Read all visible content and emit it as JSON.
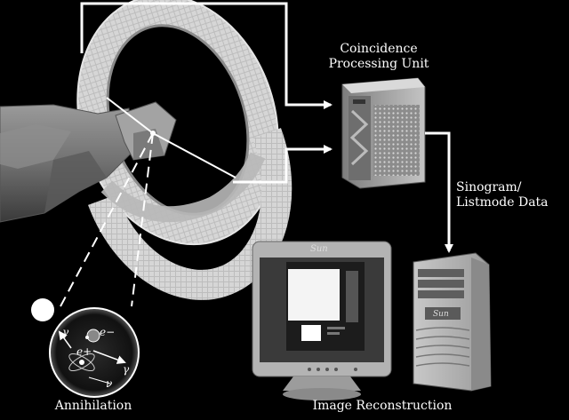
{
  "labels": {
    "coincidence_line1": "Coincidence",
    "coincidence_line2": "Processing Unit",
    "sinogram_line1": "Sinogram/",
    "sinogram_line2": "Listmode Data",
    "annihilation": "Annihilation",
    "image_reconstruction": "Image Reconstruction"
  },
  "physics": {
    "electron": "e−",
    "positron": "e+",
    "gamma_top": "γ",
    "gamma_bottom": "γ",
    "neutrino": "ν"
  },
  "branding": {
    "monitor_logo": "Sun",
    "tower_logo": "Sun"
  },
  "colors": {
    "background": "#000000",
    "arrow": "#ffffff",
    "ring": "#cfcfcf",
    "equipment": "#b0b0b0"
  }
}
